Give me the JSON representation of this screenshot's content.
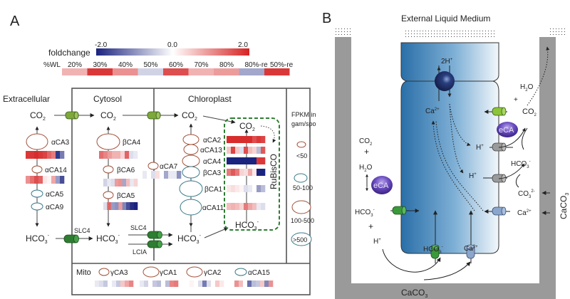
{
  "panel_a": {
    "label": "A",
    "legend": {
      "title": "foldchange",
      "min": "-2.0",
      "mid": "0.0",
      "max": "2.0",
      "colors": {
        "low": "#1a237e",
        "mid": "#ffffff",
        "high": "#d62222"
      },
      "wl_label": "%WL",
      "conditions": [
        "20%",
        "30%",
        "40%",
        "50%",
        "60%",
        "70%",
        "80%",
        "80%-re",
        "50%-re"
      ],
      "condition_values": [
        0.7,
        1.8,
        1.0,
        -0.4,
        1.6,
        0.7,
        0.9,
        -0.8,
        1.8
      ]
    },
    "compartments": {
      "extracellular": "Extracellular",
      "cytosol": "Cytosol",
      "chloroplast": "Chloroplast",
      "mito": "Mito",
      "rubisco": "RuBisCO"
    },
    "molecules": {
      "co2": "CO",
      "co2_sub": "2",
      "hco3": "HCO",
      "hco3_sub": "3",
      "hco3_sup": "-"
    },
    "transporters": {
      "slc4": "SLC4",
      "lcia": "LCIA"
    },
    "fpkm_legend": {
      "title_line1": "FPKM in",
      "title_line2": "gam/spo",
      "levels": [
        "<50",
        "50-100",
        "100-500",
        ">500"
      ]
    },
    "genes": {
      "extracellular": [
        {
          "name": "αCA3",
          "values": [
            1.8,
            1.8,
            1.9,
            1.8,
            1.7,
            1.4,
            1.2,
            -1.8,
            -1.2
          ]
        },
        {
          "name": "αCA14",
          "values": [
            1.0,
            1.3,
            1.6,
            1.4,
            0.2,
            0.1,
            0.8,
            -0.9,
            -1.6
          ]
        },
        {
          "name": "αCA5"
        },
        {
          "name": "αCA9"
        }
      ],
      "cytosol": [
        {
          "name": "βCA4",
          "values": [
            1.3,
            1.1,
            0.9,
            0.7,
            0.7,
            0.4,
            1.4,
            -0.3,
            -0.2
          ]
        },
        {
          "name": "βCA6",
          "values": [
            -0.4,
            -0.2,
            -0.3,
            0.9,
            1.0,
            -0.8,
            0.6,
            -0.2,
            0.4
          ]
        },
        {
          "name": "βCA5",
          "values": [
            -0.3,
            1.4,
            -0.9,
            -1.0,
            0.9,
            -1.1,
            -1.6,
            -1.9,
            -2.0
          ]
        }
      ],
      "chloroplast_free": [
        {
          "name": "αCA7",
          "values": [
            -0.2,
            0.0,
            -0.3,
            0.3,
            0.0,
            -0.8,
            -0.2,
            -0.2,
            -1.0
          ]
        }
      ],
      "chloroplast": [
        {
          "name": "αCA2",
          "values": [
            1.9,
            1.9,
            1.9,
            1.9,
            1.9,
            1.9,
            1.6,
            1.8,
            1.7
          ]
        },
        {
          "name": "αCA13",
          "values": [
            0.5,
            1.7,
            0.5,
            -0.3,
            1.6,
            0.6,
            0.4,
            -0.6,
            1.5
          ]
        },
        {
          "name": "αCA4",
          "values": [
            -2.0,
            -2.0,
            -2.0,
            -2.0,
            -2.0,
            -2.0,
            -2.0,
            1.8,
            1.8
          ]
        },
        {
          "name": "βCA3",
          "values": [
            1.2,
            1.5,
            1.2,
            0.4,
            0.3,
            0.8,
            0.2,
            -2.0,
            -2.0
          ]
        },
        {
          "name": "βCA1",
          "values": [
            0.2,
            0.3,
            0.2,
            0.1,
            -0.3,
            -0.2,
            0.0,
            -0.9,
            -0.6
          ]
        },
        {
          "name": "αCA11",
          "values": [
            0.6,
            0.7,
            0.6,
            0.4,
            1.2,
            0.8,
            0.6,
            -0.2,
            -0.3
          ]
        }
      ],
      "mito": [
        {
          "name": "γCA3",
          "values": [
            -0.2,
            -0.3,
            -0.5,
            0.0,
            -0.2,
            -0.5,
            0.5,
            0.8,
            1.1
          ]
        },
        {
          "name": "γCA1",
          "values": [
            -0.2,
            -0.4,
            0.0,
            -0.5,
            -0.6,
            0.0,
            -0.6,
            1.1,
            1.2
          ]
        },
        {
          "name": "γCA2",
          "values": [
            0.0,
            0.1,
            0.0,
            -0.3,
            -1.2,
            -0.3,
            0.0,
            0.5,
            0.2
          ]
        },
        {
          "name": "αCA15",
          "values": [
            1.0,
            0.6,
            0.0,
            -1.3,
            -0.6,
            -0.5,
            0.5,
            -1.1,
            1.0
          ]
        }
      ]
    }
  },
  "panel_b": {
    "label": "B",
    "title": "External Liquid Medium",
    "labels": {
      "two_h": "2H",
      "two_h_sup": "+",
      "ca": "Ca",
      "ca_sup": "2+",
      "h": "H",
      "h_sup": "+",
      "co2": "CO",
      "co2_sub": "2",
      "h2o": "H",
      "h2o_sub": "2",
      "h2o_o": "O",
      "plus": "+",
      "hco3": "HCO",
      "hco3_sub": "3",
      "hco3_sup": "-",
      "co3": "CO",
      "co3_sub": "3",
      "co3_sup": "2-",
      "eca": "eCA",
      "caco3": "CaCO",
      "caco3_sub": "3"
    },
    "colors": {
      "cell_dark": "#2a6fa8",
      "cell_light": "#eef4f9",
      "wall": "#9a9a9a",
      "eca": "#5a3fa0",
      "pump": "#1e3a6e",
      "green_channel": "#3a9a3a",
      "lime_channel": "#8cc43a",
      "gray_channel": "#9a9a9a",
      "blue_channel": "#8aa6cc"
    }
  }
}
